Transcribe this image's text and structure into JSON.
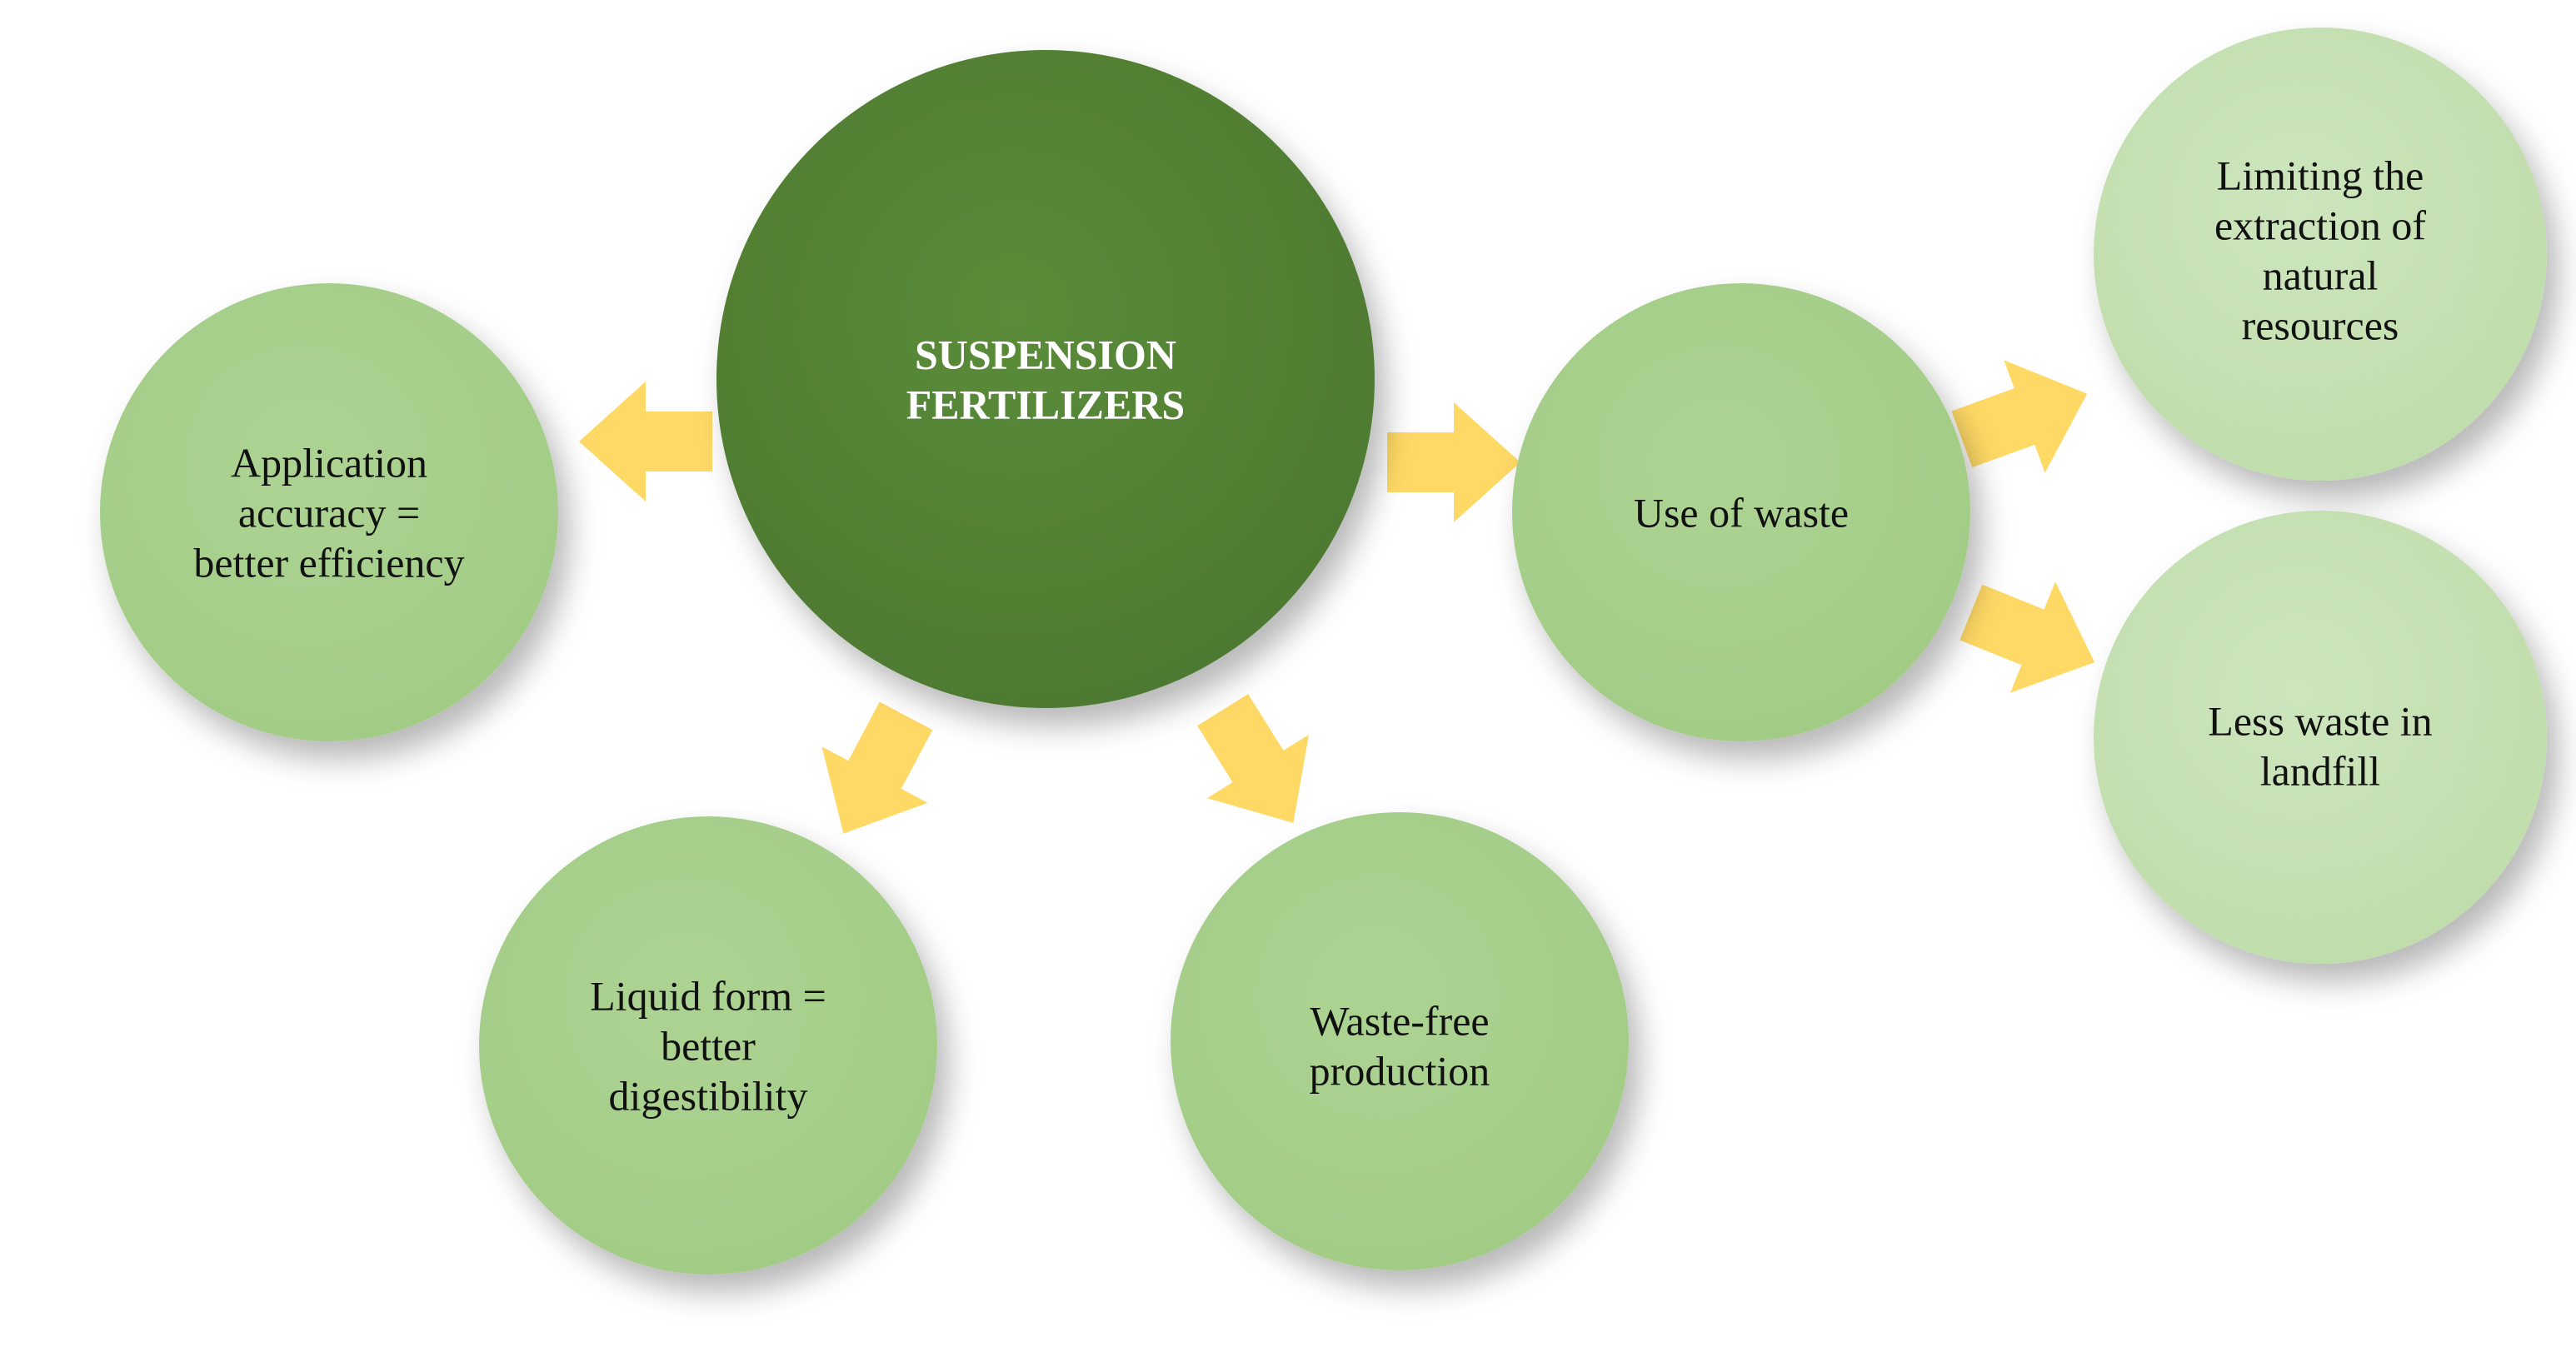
{
  "center": {
    "lines": [
      "SUSPENSION",
      "FERTILIZERS"
    ]
  },
  "nodes": {
    "application": {
      "lines": [
        "Application",
        "accuracy =",
        "better efficiency"
      ]
    },
    "liquid": {
      "lines": [
        "Liquid form =",
        "better",
        "digestibility"
      ]
    },
    "waste_free": {
      "lines": [
        "Waste-free",
        "production"
      ]
    },
    "use_of_waste": {
      "lines": [
        "Use of waste"
      ]
    },
    "limiting": {
      "lines": [
        "Limiting the",
        "extraction of",
        "natural",
        "resources"
      ]
    },
    "less_waste": {
      "lines": [
        "Less waste in",
        "landfill"
      ]
    }
  },
  "colors": {
    "center_fill": "#548235",
    "node_fill": "#a9d18e",
    "light_node_fill": "#c5e0b4",
    "arrow_fill": "#ffd966"
  }
}
